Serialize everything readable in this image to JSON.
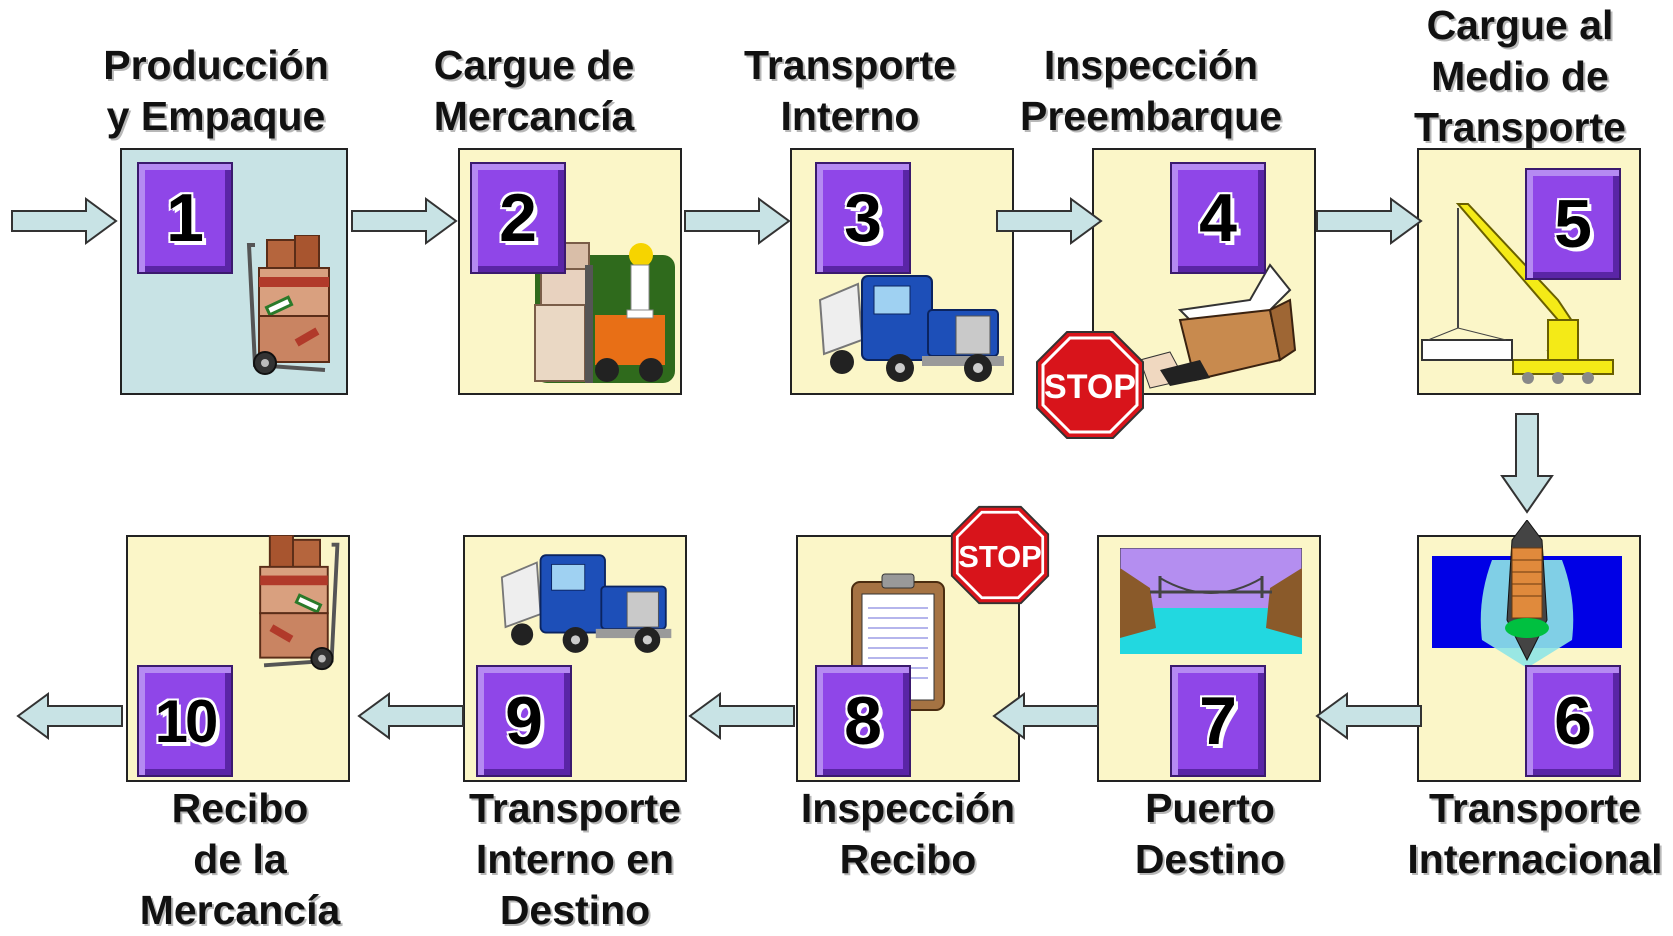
{
  "steps": [
    {
      "number": "1",
      "title_lines": [
        "Producción",
        "y Empaque"
      ]
    },
    {
      "number": "2",
      "title_lines": [
        "Cargue de",
        "Mercancía"
      ]
    },
    {
      "number": "3",
      "title_lines": [
        "Transporte",
        "Interno"
      ]
    },
    {
      "number": "4",
      "title_lines": [
        "Inspección",
        "Preembarque"
      ]
    },
    {
      "number": "5",
      "title_lines": [
        "Cargue al",
        "Medio de",
        "Transporte"
      ]
    },
    {
      "number": "6",
      "title_lines": [
        "Transporte",
        "Internacional"
      ]
    },
    {
      "number": "7",
      "title_lines": [
        "Puerto",
        "Destino"
      ]
    },
    {
      "number": "8",
      "title_lines": [
        "Inspección",
        "Recibo"
      ]
    },
    {
      "number": "9",
      "title_lines": [
        "Transporte",
        "Interno en",
        "Destino"
      ]
    },
    {
      "number": "10",
      "title_lines": [
        "Recibo",
        "de la",
        "Mercancía"
      ]
    }
  ],
  "stop_signs": [
    "STOP",
    "STOP"
  ],
  "colors": {
    "box_fill": "#fbf6c8",
    "box_fill_first": "#c8e3e5",
    "number_tile": "#8f46e8",
    "arrow_fill": "#c8e3e5"
  },
  "icons": [
    "hand-truck-icon",
    "forklift-icon",
    "truck-icon",
    "open-box-icon",
    "stop-sign-icon",
    "crane-icon",
    "cargo-ship-icon",
    "bridge-icon",
    "clipboard-icon",
    "truck-icon",
    "hand-truck-icon"
  ]
}
